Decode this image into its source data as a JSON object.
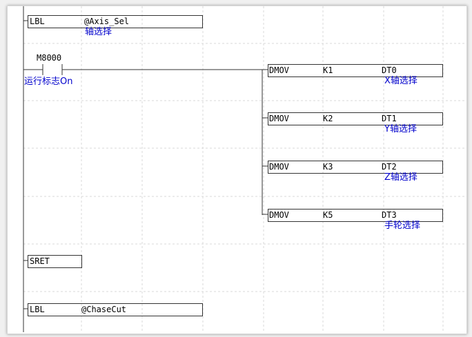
{
  "rungs": [
    {
      "instruction": "LBL",
      "operand": "@Axis_Sel",
      "comment": "轴选择"
    },
    {
      "contact": {
        "device": "M8000",
        "comment": "运行标志On"
      },
      "outputs": [
        {
          "instruction": "DMOV",
          "source": "K1",
          "dest": "DT0",
          "comment": "X轴选择"
        },
        {
          "instruction": "DMOV",
          "source": "K2",
          "dest": "DT1",
          "comment": "Y轴选择"
        },
        {
          "instruction": "DMOV",
          "source": "K3",
          "dest": "DT2",
          "comment": "Z轴选择"
        },
        {
          "instruction": "DMOV",
          "source": "K5",
          "dest": "DT3",
          "comment": "手轮选择"
        }
      ]
    },
    {
      "instruction": "SRET"
    },
    {
      "instruction": "LBL",
      "operand": "@ChaseCut"
    }
  ],
  "colors": {
    "comment": "#0000cc",
    "grid": "#d9d9d9",
    "line": "#333333",
    "background": "#ffffff"
  }
}
